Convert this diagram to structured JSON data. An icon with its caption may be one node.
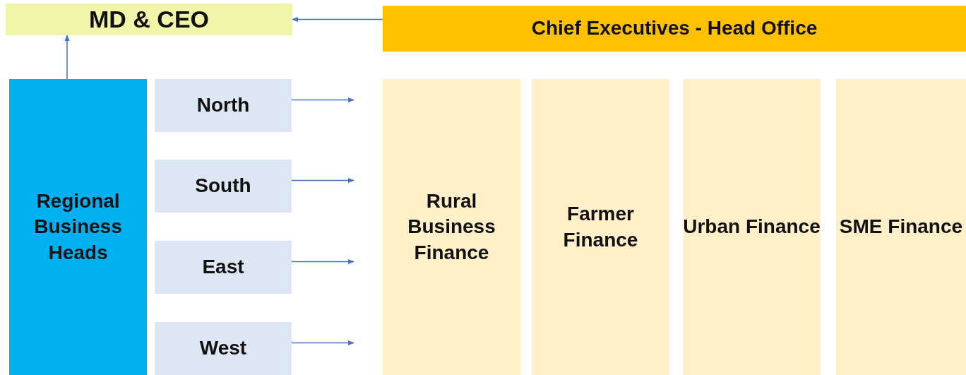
{
  "diagram": {
    "nodes": [
      {
        "text": [
          "MD & CEO"
        ]
      },
      {
        "text": [
          "Chief Executives - Head Office"
        ]
      },
      {
        "text": [
          "Regional Business Heads"
        ]
      },
      {
        "text": [
          "North"
        ]
      },
      {
        "text": [
          "South"
        ]
      },
      {
        "text": [
          "East"
        ]
      },
      {
        "text": [
          "West"
        ]
      },
      {
        "text": [
          "Rural Business Finance"
        ]
      },
      {
        "text": [
          "Farmer Finance"
        ]
      },
      {
        "text": [
          "Urban Finance"
        ]
      },
      {
        "text": [
          "SME Finance"
        ]
      }
    ],
    "edges": [
      {
        "from": 2,
        "to": 0,
        "arrow": "to"
      },
      {
        "from": 1,
        "to": 0,
        "arrow": "to"
      },
      {
        "from": 3,
        "to": null,
        "arrow": "to"
      },
      {
        "from": 4,
        "to": null,
        "arrow": "to"
      },
      {
        "from": 5,
        "to": null,
        "arrow": "to"
      },
      {
        "from": 6,
        "to": null,
        "arrow": "to"
      }
    ]
  }
}
